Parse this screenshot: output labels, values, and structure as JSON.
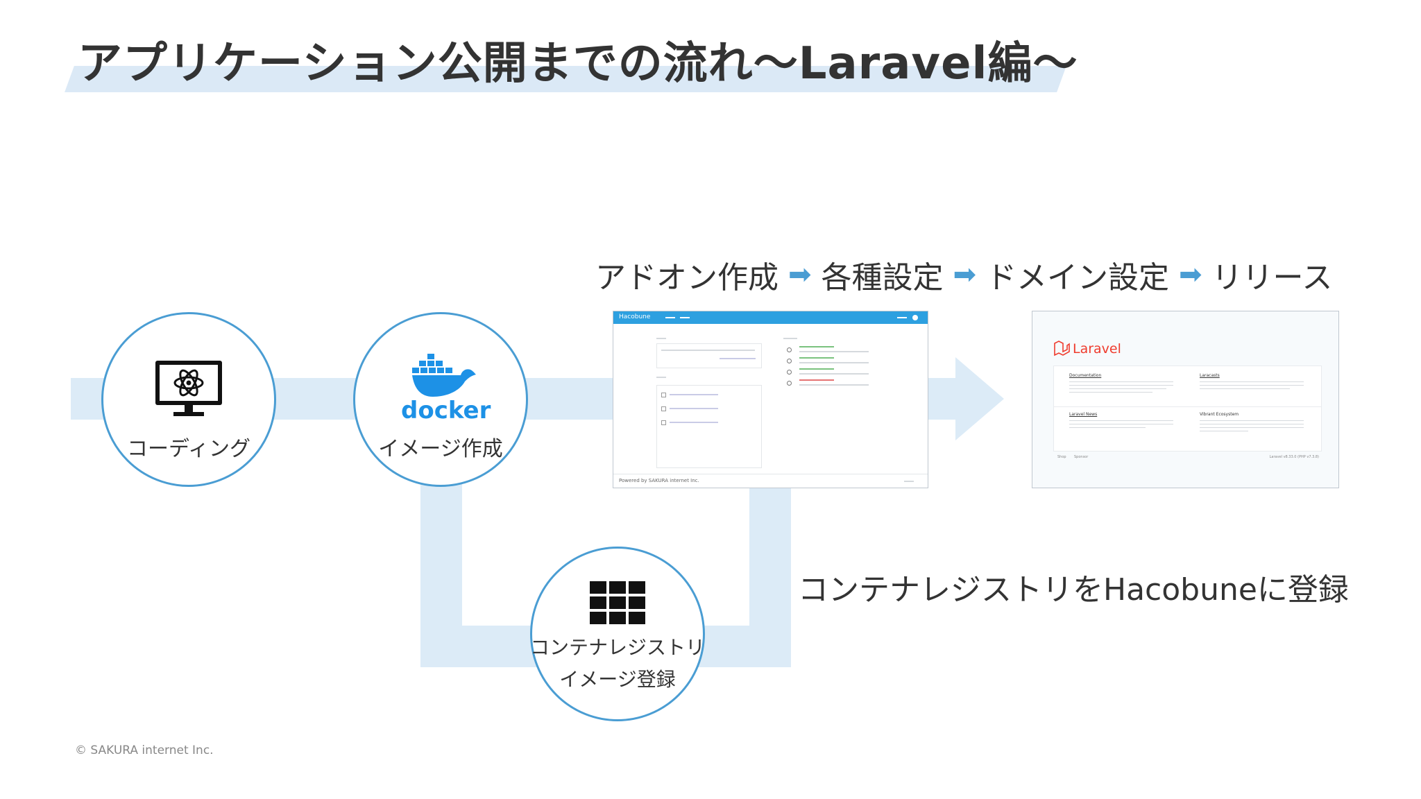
{
  "slide": {
    "title": "アプリケーション公開までの流れ〜Laravel編〜",
    "footer": "© SAKURA internet Inc."
  },
  "nodes": {
    "coding": {
      "label": "コーディング",
      "icon": "monitor-atom-icon"
    },
    "docker": {
      "label": "イメージ作成",
      "logo_text": "docker",
      "icon": "docker-whale-icon"
    },
    "registry": {
      "label_line1": "コンテナレジストリ",
      "label_line2": "イメージ登録",
      "icon": "grid-icon"
    }
  },
  "steps": [
    "アドオン作成",
    "各種設定",
    "ドメイン設定",
    "リリース"
  ],
  "registry_caption": "コンテナレジストリをHacobuneに登録",
  "hacobune_screenshot": {
    "brand": "Hacobune",
    "footer": "Powered by SAKURA internet Inc."
  },
  "laravel_screenshot": {
    "brand": "Laravel",
    "cards": [
      "Documentation",
      "Laracasts",
      "Laravel News",
      "Vibrant Ecosystem"
    ],
    "links": [
      "Shop",
      "Sponsor"
    ],
    "version": "Laravel v8.33.0 (PHP v7.3.8)"
  },
  "colors": {
    "accent": "#4a9dd3",
    "band": "#dcebf7",
    "laravel_red": "#ef3b2d"
  }
}
